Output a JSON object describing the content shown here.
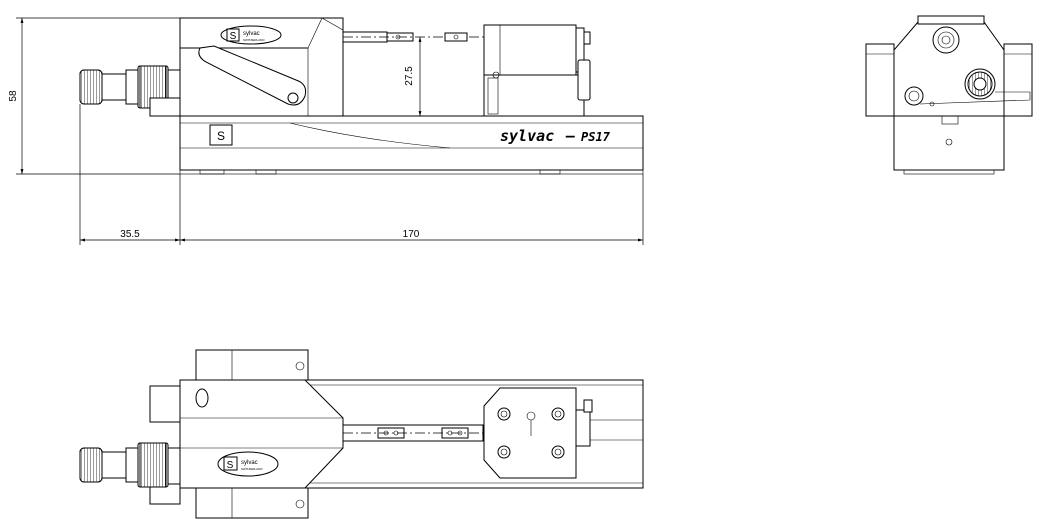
{
  "drawing": {
    "product_name": "sylvac",
    "model": "PS17",
    "badge_brand": "sylvac",
    "badge_sub": "SWITZERLAND",
    "logo_glyph": "S"
  },
  "dimensions": {
    "height": "58",
    "travel": "27.5",
    "connector_length": "35.5",
    "body_length": "170"
  },
  "colors": {
    "line": "#000000",
    "background": "#ffffff"
  }
}
